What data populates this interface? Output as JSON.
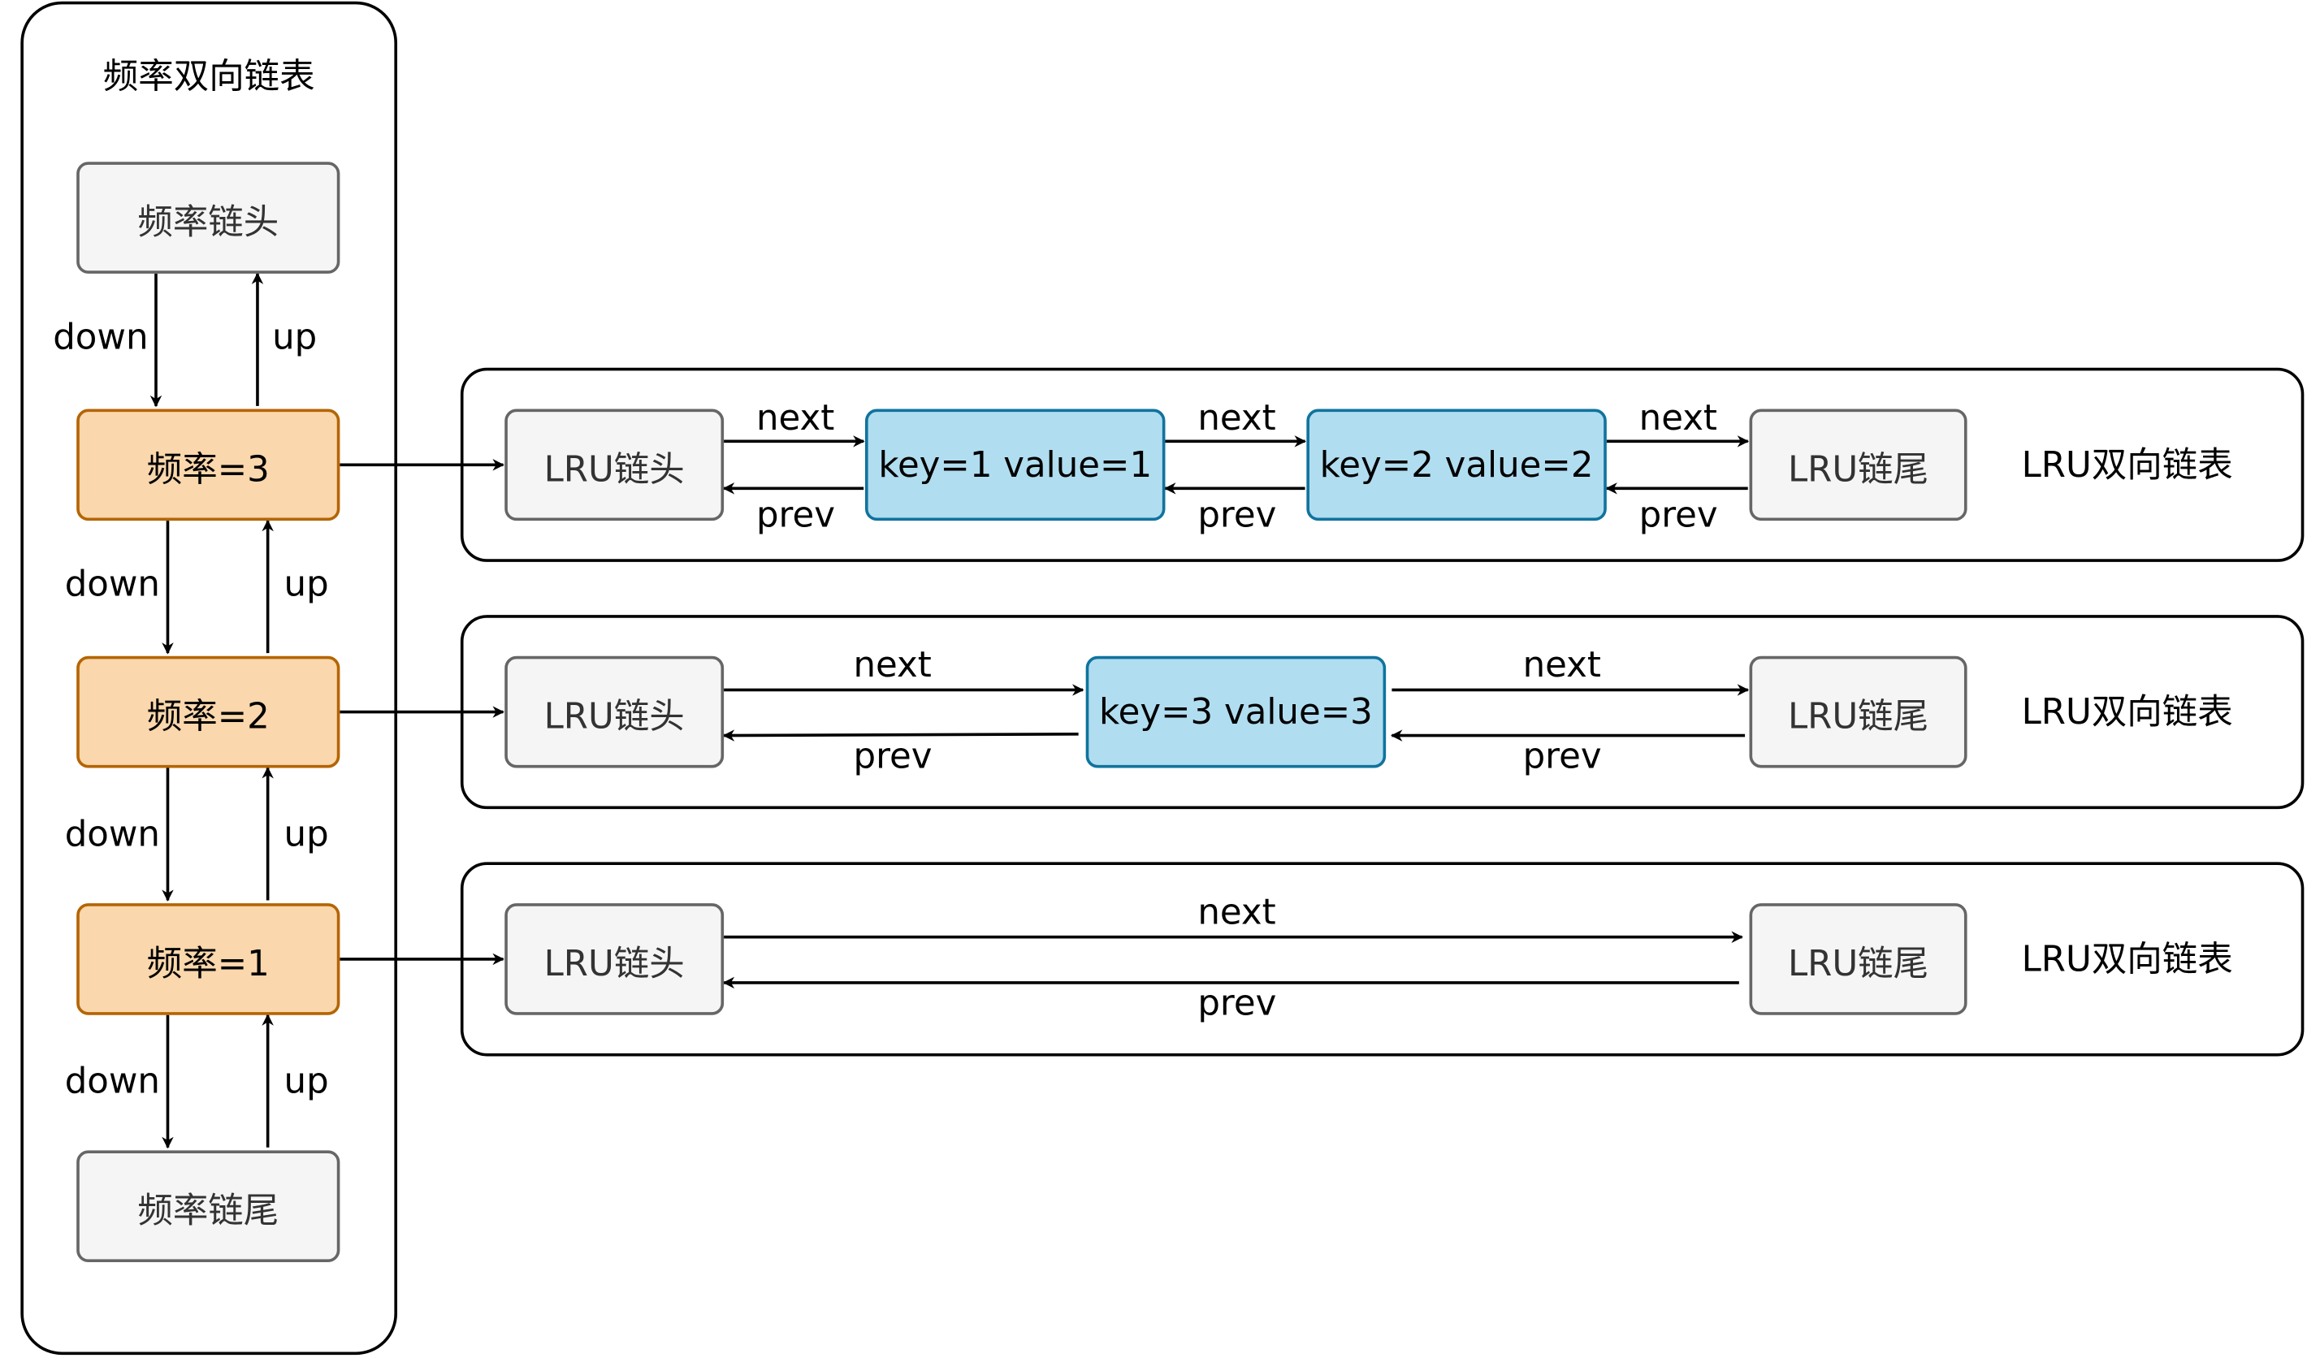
{
  "freq_list": {
    "title": "频率双向链表",
    "head": "频率链头",
    "tail": "频率链尾",
    "nodes": [
      "频率=3",
      "频率=2",
      "频率=1"
    ],
    "down_label": "down",
    "up_label": "up"
  },
  "lru_lists": [
    {
      "title": "LRU双向链表",
      "head": "LRU链头",
      "tail": "LRU链尾",
      "items": [
        "key=1 value=1",
        "key=2 value=2"
      ]
    },
    {
      "title": "LRU双向链表",
      "head": "LRU链头",
      "tail": "LRU链尾",
      "items": [
        "key=3 value=3"
      ]
    },
    {
      "title": "LRU双向链表",
      "head": "LRU链头",
      "tail": "LRU链尾",
      "items": []
    }
  ],
  "link_labels": {
    "next": "next",
    "prev": "prev"
  },
  "colors": {
    "freq_node_fill": "#fad7ac",
    "freq_node_border": "#b46504",
    "item_fill": "#b1ddf0",
    "item_border": "#10739e",
    "sentinel_fill": "#f5f5f5",
    "sentinel_border": "#666666"
  }
}
